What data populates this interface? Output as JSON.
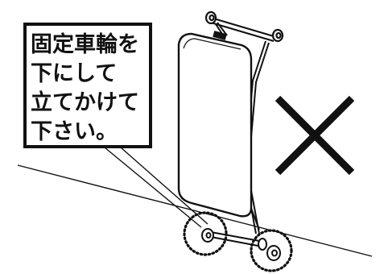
{
  "instruction": {
    "lines": [
      "固定車輪を",
      "下にして",
      "立てかけて",
      "下さい。"
    ]
  },
  "icons": {
    "prohibited": "cross-mark-icon",
    "highlight": "dotted-circle-icon"
  },
  "colors": {
    "line": "#111111",
    "fill": "#ffffff"
  }
}
